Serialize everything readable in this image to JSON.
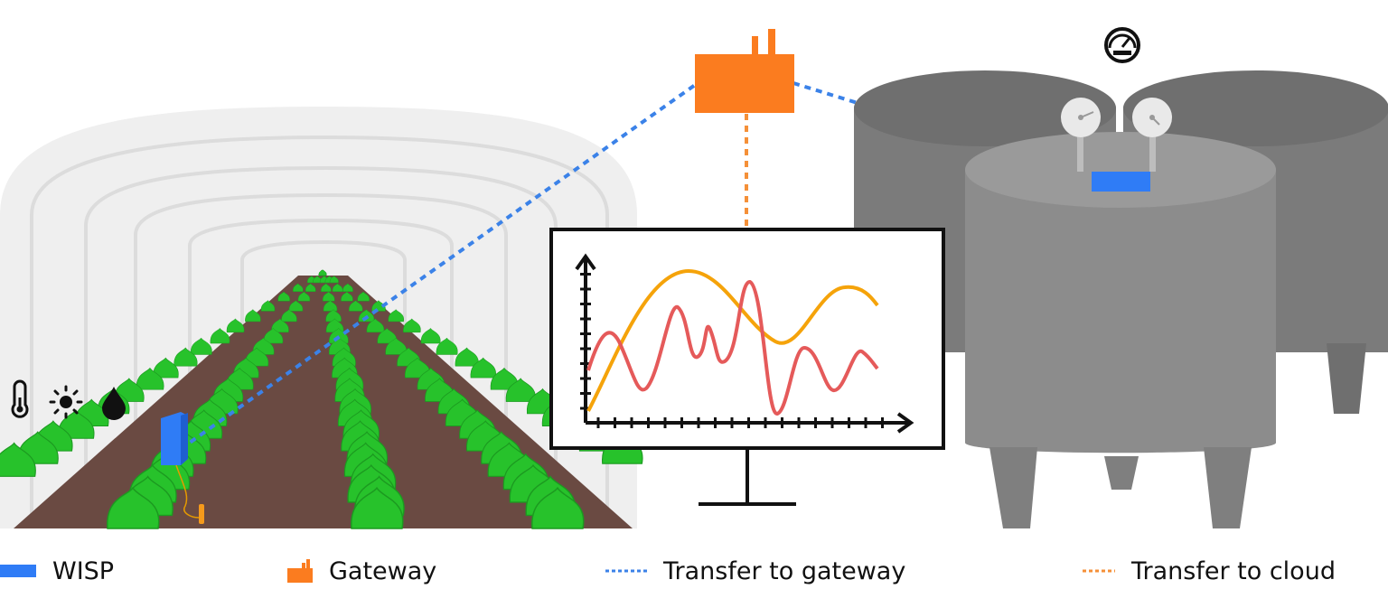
{
  "legend": {
    "wisp": "WISP",
    "gateway": "Gateway",
    "transfer_gateway": "Transfer to gateway",
    "transfer_cloud": "Transfer to cloud"
  },
  "colors": {
    "wisp": "#2f7cf6",
    "gateway": "#fb7c1f",
    "link_gateway": "#3b82e8",
    "link_cloud": "#f59038",
    "series_orange": "#f5a30a",
    "series_red": "#e55a5a",
    "plant": "#27c22b",
    "soil": "#6a4a42",
    "tank_front": "#8c8c8c",
    "tank_back": "#7a7a7a"
  },
  "icons": {
    "field_sensors": [
      "thermometer-icon",
      "sun-icon",
      "water-drop-icon"
    ],
    "tank_sensor": "pressure-gauge-icon"
  }
}
